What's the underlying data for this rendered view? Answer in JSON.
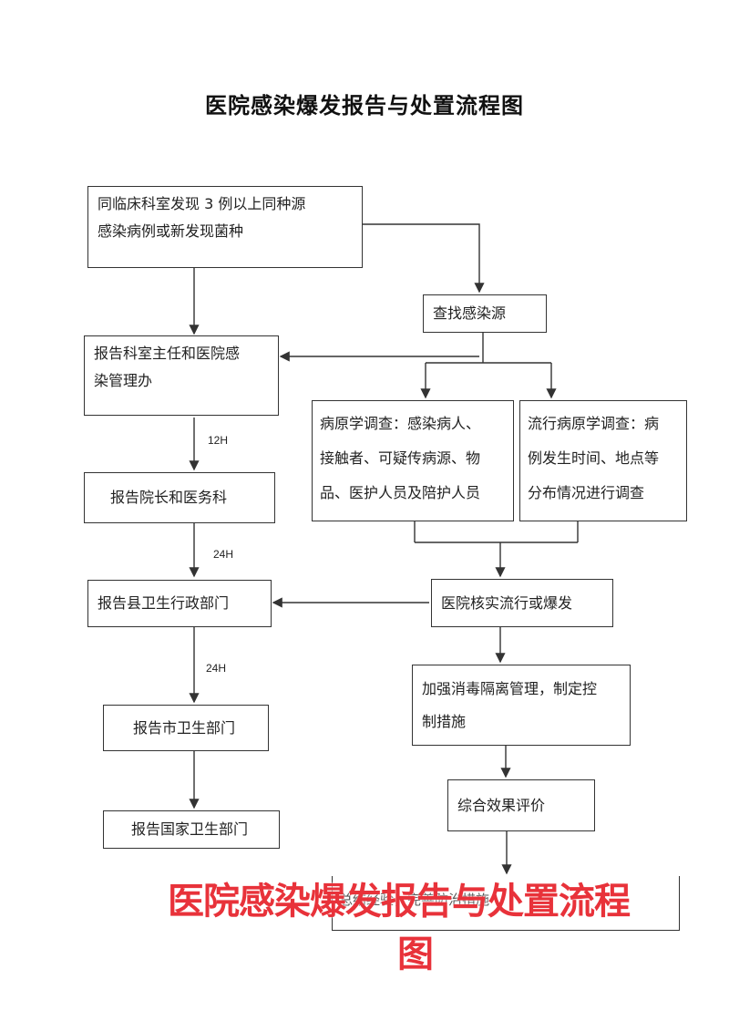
{
  "title": "医院感染爆发报告与处置流程图",
  "boxes": {
    "discover": [
      "同临床科室发现 3 例以上同种源",
      "感染病例或新发现菌种"
    ],
    "find_source": "查找感染源",
    "report_dept": [
      "报告科室主任和医院感",
      "染管理办"
    ],
    "pathogen": [
      "病原学调查：感染病人、",
      "接触者、可疑传病源、物",
      "品、医护人员及陪护人员"
    ],
    "epidemiology": [
      "流行病原学调查：病",
      "例发生时间、地点等",
      "分布情况进行调查"
    ],
    "report_dean": "报告院长和医务科",
    "verify": "医院核实流行或爆发",
    "report_county": "报告县卫生行政部门",
    "disinfect": [
      "加强消毒隔离管理，制定控",
      "制措施"
    ],
    "report_city": "报告市卫生部门",
    "evaluate": "综合效果评价",
    "report_national": "报告国家卫生部门",
    "summary_partial": "总结经验，完善防治措施"
  },
  "time_labels": {
    "h12": "12H",
    "h24a": "24H",
    "h24b": "24H"
  },
  "watermark": {
    "line1": "医院感染爆发报告与处置流程",
    "line2": "图"
  }
}
